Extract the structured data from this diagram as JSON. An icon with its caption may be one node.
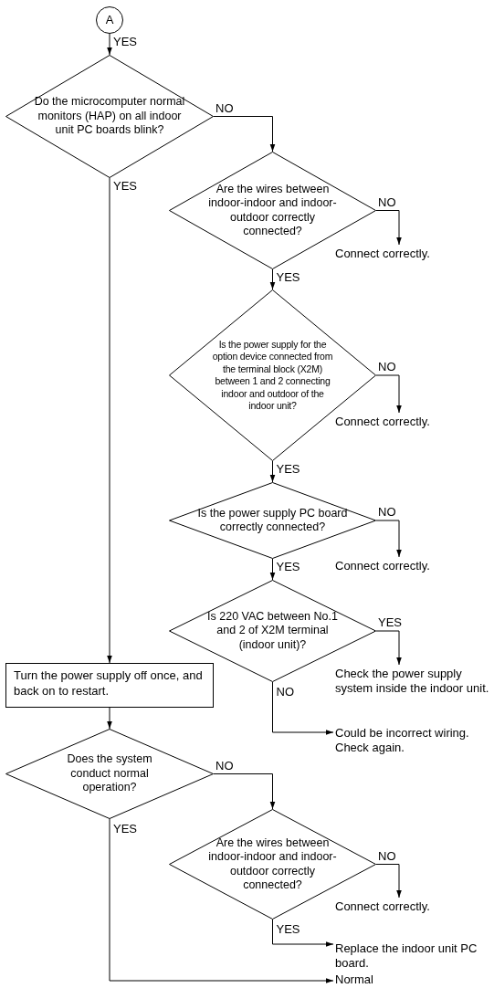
{
  "diagram": {
    "nodes": [
      {
        "text": [
          "A"
        ]
      },
      {
        "text": [
          "Do the microcomputer normal monitors (HAP) on all indoor unit PC boards blink?"
        ]
      },
      {
        "text": [
          "Are the wires between indoor-indoor and indoor-outdoor correctly connected?"
        ]
      },
      {
        "text": [
          "Connect correctly."
        ]
      },
      {
        "text": [
          "Is the power supply for the option device connected from the terminal block (X2M) between 1 and 2 connecting indoor and outdoor of the indoor unit?"
        ]
      },
      {
        "text": [
          "Connect correctly."
        ]
      },
      {
        "text": [
          "Is the power supply PC board correctly connected?"
        ]
      },
      {
        "text": [
          "Connect correctly."
        ]
      },
      {
        "text": [
          "Is 220 VAC between No.1 and 2 of X2M terminal (indoor unit)?"
        ]
      },
      {
        "text": [
          "Check the power supply system inside the indoor unit."
        ]
      },
      {
        "text": [
          "Could be incorrect wiring. Check again."
        ]
      },
      {
        "text": [
          "Turn the power supply off once, and back on to restart."
        ]
      },
      {
        "text": [
          "Does the system conduct normal operation?"
        ]
      },
      {
        "text": [
          "Are the wires between indoor-indoor and indoor-outdoor correctly connected?"
        ]
      },
      {
        "text": [
          "Connect correctly."
        ]
      },
      {
        "text": [
          "Replace the indoor unit PC board."
        ]
      },
      {
        "text": [
          "Normal"
        ]
      }
    ],
    "edges": [
      {
        "from": 0,
        "to": 1,
        "arrow": "to",
        "label": "YES"
      },
      {
        "from": 1,
        "to": 2,
        "arrow": "to",
        "label": "NO"
      },
      {
        "from": 1,
        "to": 11,
        "arrow": "to",
        "label": "YES"
      },
      {
        "from": 2,
        "to": 3,
        "arrow": "to",
        "label": "NO"
      },
      {
        "from": 2,
        "to": 4,
        "arrow": "to",
        "label": "YES"
      },
      {
        "from": 4,
        "to": 5,
        "arrow": "to",
        "label": "NO"
      },
      {
        "from": 4,
        "to": 6,
        "arrow": "to",
        "label": "YES"
      },
      {
        "from": 6,
        "to": 7,
        "arrow": "to",
        "label": "NO"
      },
      {
        "from": 6,
        "to": 8,
        "arrow": "to",
        "label": "YES"
      },
      {
        "from": 8,
        "to": 9,
        "arrow": "to",
        "label": "YES"
      },
      {
        "from": 8,
        "to": 10,
        "arrow": "to",
        "label": "NO"
      },
      {
        "from": 11,
        "to": 12,
        "arrow": "to"
      },
      {
        "from": 12,
        "to": 13,
        "arrow": "to",
        "label": "NO"
      },
      {
        "from": 12,
        "to": 16,
        "arrow": "to",
        "label": "YES"
      },
      {
        "from": 13,
        "to": 14,
        "arrow": "to",
        "label": "NO"
      },
      {
        "from": 13,
        "to": 15,
        "arrow": "to",
        "label": "YES"
      }
    ]
  }
}
